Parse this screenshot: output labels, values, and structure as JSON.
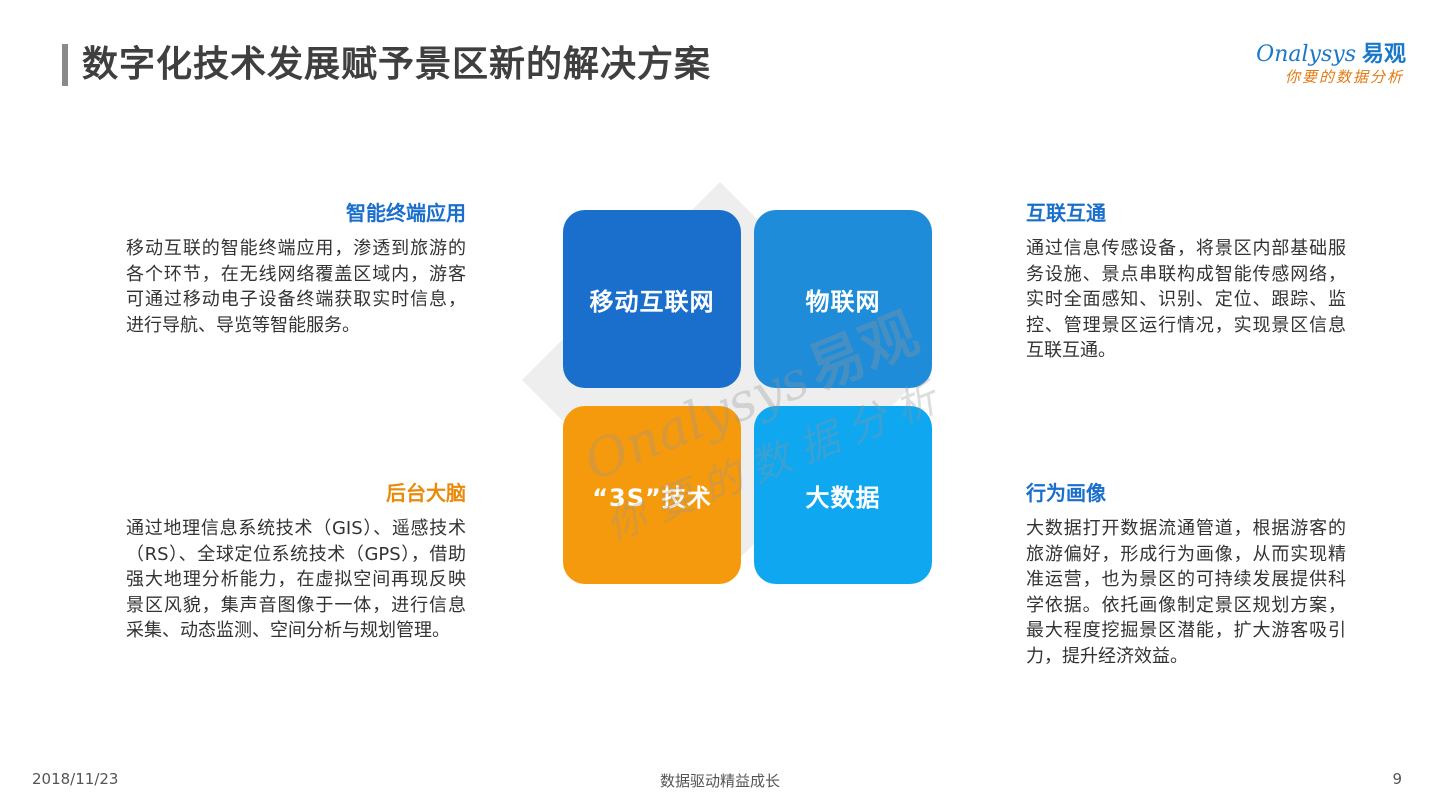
{
  "header": {
    "title": "数字化技术发展赋予景区新的解决方案"
  },
  "logo": {
    "brand": "nalysys",
    "brand_cn": "易观",
    "tagline": "你要的数据分析"
  },
  "watermark": {
    "brand": "nalysys",
    "brand_cn": "易观",
    "tagline": "你要的数据分析"
  },
  "tiles": [
    {
      "label": "移动互联网",
      "color": "#1a6fcc"
    },
    {
      "label": "物联网",
      "color": "#1f8cd9"
    },
    {
      "label": "“3S”技术",
      "color": "#f59a0c"
    },
    {
      "label": "大数据",
      "color": "#0fa7ef"
    }
  ],
  "blocks": {
    "top_left": {
      "heading": "智能终端应用",
      "body": "移动互联的智能终端应用，渗透到旅游的各个环节，在无线网络覆盖区域内，游客可通过移动电子设备终端获取实时信息，进行导航、导览等智能服务。"
    },
    "bottom_left": {
      "heading": "后台大脑",
      "body": "通过地理信息系统技术（GIS）、遥感技术（RS）、全球定位系统技术（GPS），借助强大地理分析能力，在虚拟空间再现反映景区风貌，集声音图像于一体，进行信息采集、动态监测、空间分析与规划管理。"
    },
    "top_right": {
      "heading": "互联互通",
      "body": "通过信息传感设备，将景区内部基础服务设施、景点串联构成智能传感网络，实时全面感知、识别、定位、跟踪、监控、管理景区运行情况，实现景区信息互联互通。"
    },
    "bottom_right": {
      "heading": "行为画像",
      "body": "大数据打开数据流通管道，根据游客的旅游偏好，形成行为画像，从而实现精准运营，也为景区的可持续发展提供科学依据。依托画像制定景区规划方案，最大程度挖掘景区潜能，扩大游客吸引力，提升经济效益。"
    }
  },
  "footer": {
    "date": "2018/11/23",
    "slogan": "数据驱动精益成长",
    "page": "9"
  },
  "colors": {
    "blue_heading": "#1a6fcc",
    "orange_heading": "#e98a0a"
  }
}
